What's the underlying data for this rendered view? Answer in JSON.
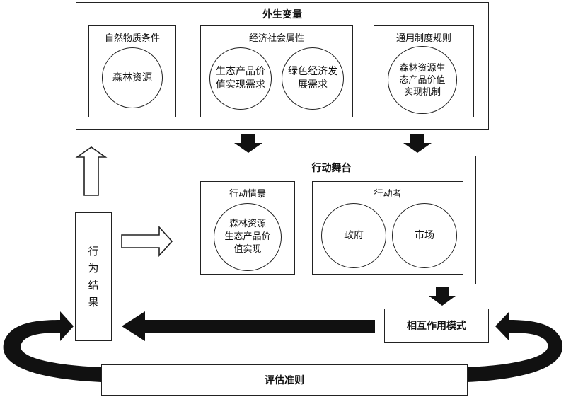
{
  "exogenous": {
    "title": "外生变量",
    "physical": {
      "title": "自然物质条件",
      "circle": "森林资源"
    },
    "socioeconomic": {
      "title": "经济社会属性",
      "circle_a": "生态产品价\n值实现需求",
      "circle_b": "绿色经济发\n展需求"
    },
    "rules": {
      "title": "通用制度规则",
      "circle": "森林资源生\n态产品价值\n实现机制"
    }
  },
  "action_arena": {
    "title": "行动舞台",
    "situation": {
      "title": "行动情景",
      "circle": "森林资源\n生态产品价\n值实现"
    },
    "actors": {
      "title": "行动者",
      "circle_a": "政府",
      "circle_b": "市场"
    }
  },
  "interaction": {
    "label": "相互作用模式"
  },
  "outcome": {
    "label": "行\n为\n结\n果"
  },
  "criteria": {
    "label": "评估准则"
  }
}
